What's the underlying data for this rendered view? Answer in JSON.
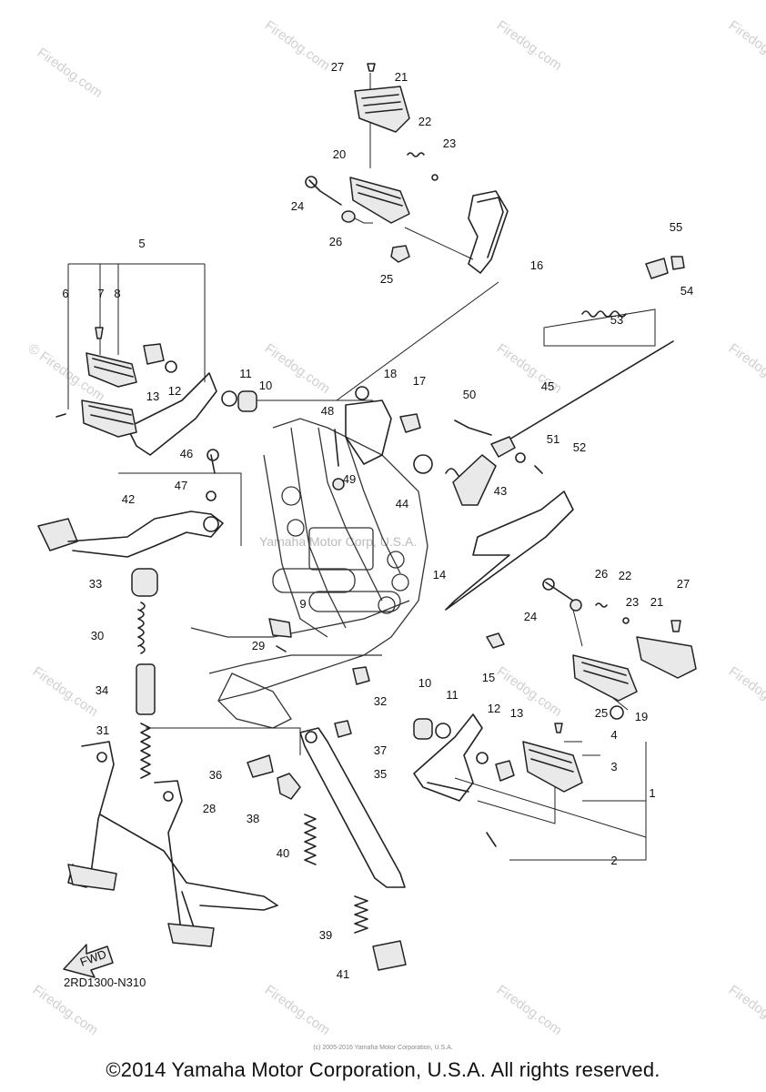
{
  "diagram": {
    "code": "2RD1300-N310",
    "fwd_label": "FWD",
    "center_watermark": "Yamaha Motor Corp, U.S.A.",
    "watermark": "Firedog.com",
    "watermark_alt": "© Firedog.com",
    "copyright_small": "(c) 2005-2016 Yamaha Motor Corporation, U.S.A.",
    "copyright": "©2014 Yamaha Motor Corporation, U.S.A. All rights reserved.",
    "callouts": [
      "1",
      "2",
      "3",
      "4",
      "5",
      "6",
      "7",
      "8",
      "9",
      "10",
      "10",
      "11",
      "11",
      "12",
      "12",
      "13",
      "13",
      "14",
      "15",
      "16",
      "17",
      "18",
      "19",
      "20",
      "21",
      "21",
      "22",
      "22",
      "23",
      "23",
      "24",
      "24",
      "25",
      "25",
      "26",
      "26",
      "27",
      "27",
      "28",
      "29",
      "30",
      "31",
      "32",
      "33",
      "34",
      "35",
      "36",
      "37",
      "38",
      "39",
      "40",
      "41",
      "42",
      "43",
      "44",
      "45",
      "46",
      "47",
      "48",
      "49",
      "50",
      "51",
      "52",
      "53",
      "54",
      "55"
    ]
  }
}
